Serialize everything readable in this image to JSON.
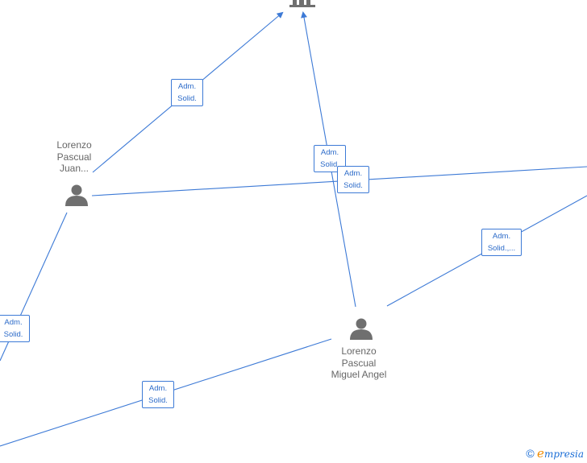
{
  "nodes": {
    "person_left": {
      "name_lines": [
        "Lorenzo",
        "Pascual",
        "Juan..."
      ]
    },
    "person_center": {
      "name_lines": [
        "Lorenzo",
        "Pascual",
        "Miguel Angel"
      ]
    }
  },
  "edge_labels": {
    "left_to_company": [
      "Adm.",
      "Solid."
    ],
    "center_to_company": [
      "Adm.",
      "Solid."
    ],
    "left_to_right": [
      "Adm.",
      "Solid."
    ],
    "center_to_right": [
      "Adm.",
      "Solid.,..."
    ],
    "left_to_offscreen": [
      "Adm.",
      "Solid."
    ],
    "center_to_offscreen": [
      "Adm.",
      "Solid."
    ]
  },
  "branding": {
    "copyright": "©",
    "logo_first": "e",
    "logo_rest": "mpresia"
  },
  "colors": {
    "edge": "#3d7ad6",
    "node_icon": "#6f6f6f",
    "label_text": "#2c6bc9"
  }
}
